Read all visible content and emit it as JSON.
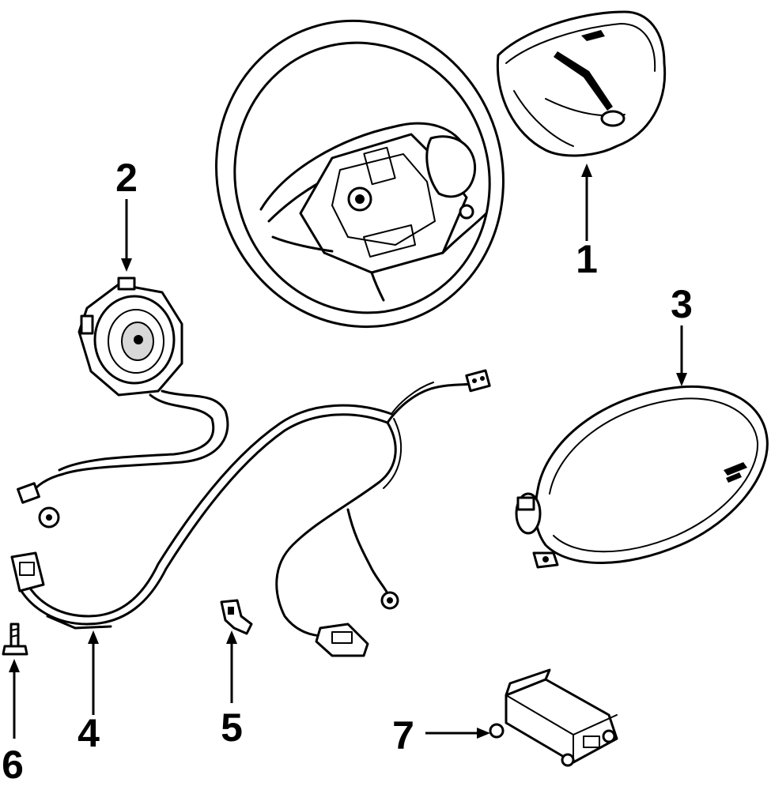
{
  "callouts": [
    {
      "number": "1",
      "part": "airbag-module-driver"
    },
    {
      "number": "2",
      "part": "clockspring"
    },
    {
      "number": "3",
      "part": "airbag-module-passenger"
    },
    {
      "number": "4",
      "part": "wiring-harness"
    },
    {
      "number": "5",
      "part": "clip"
    },
    {
      "number": "6",
      "part": "bolt"
    },
    {
      "number": "7",
      "part": "control-module"
    }
  ]
}
